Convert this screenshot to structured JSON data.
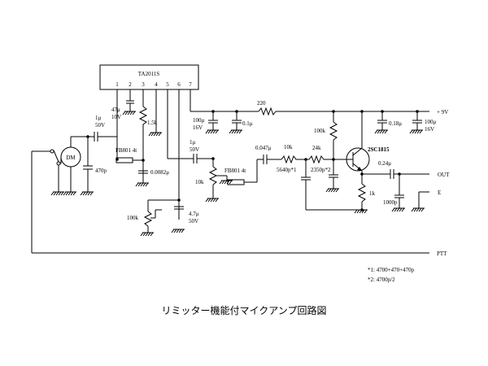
{
  "title": "リミッター機能付マイクアンプ回路図",
  "ic": {
    "name": "TA2011S",
    "pins": [
      "1",
      "2",
      "3",
      "4",
      "5",
      "6",
      "7"
    ]
  },
  "components": {
    "c_mic": [
      "1μ",
      "50V"
    ],
    "c_470p": "470p",
    "c_47u": [
      "47μ",
      "10V"
    ],
    "r_1k5": "1.5k",
    "fb1": "FB801  4t",
    "c_0082": "0.0082μ",
    "vr_100k": "100k",
    "c_47u_50": [
      "4.7μ",
      "50V"
    ],
    "c_1u_50": [
      "1μ",
      "50V"
    ],
    "vr_10k": "10k",
    "fb2": "FB801  4t",
    "c_100u_a": [
      "100μ",
      "16V"
    ],
    "c_01u": "0.1μ",
    "r_220": "220",
    "c_047": "0.047μ",
    "r_10k": "10k",
    "c_5640": "5640p*1",
    "r_24k": "24k",
    "c_2350": "2350p*2",
    "r_100k": "100k",
    "q1": "2SC1815",
    "c_018": "0.18μ",
    "c_100u_b": [
      "100μ",
      "16V"
    ],
    "c_024": "0.24μ",
    "r_1k": "1k",
    "c_1000p": "1000p"
  },
  "terminals": {
    "vcc": "+ 9V",
    "out": "OUT",
    "e": "E",
    "ptt": "PTT",
    "mic": "DM"
  },
  "notes": [
    "*1: 4700+470+470p",
    "*2: 4700p/2"
  ]
}
